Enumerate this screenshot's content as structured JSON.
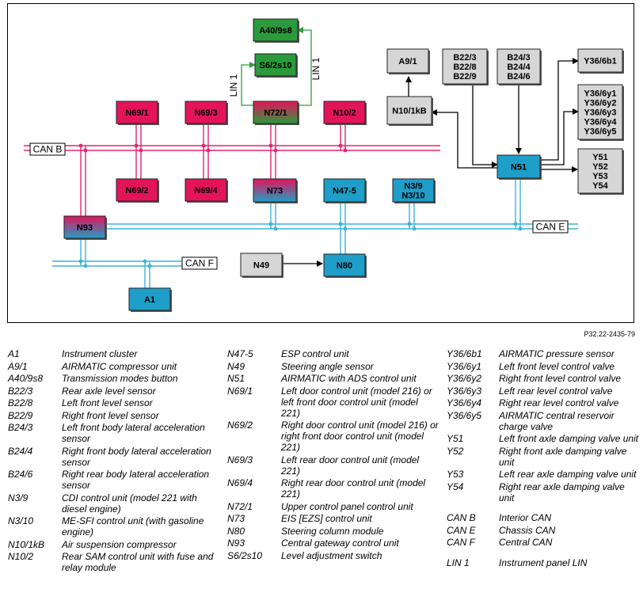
{
  "diagram": {
    "colors": {
      "can_b": "#e8226e",
      "can_e": "#3ab3d6",
      "can_f": "#3ab3d6",
      "lin": "#2e9e3a",
      "red_unit": "#e4145a",
      "blue_unit": "#1e9ec8",
      "green_unit": "#2a9a3c",
      "gray_unit": "#d6d6d6"
    },
    "bus_labels": {
      "can_b": "CAN B",
      "can_e": "CAN E",
      "can_f": "CAN F",
      "lin_1": "LIN 1"
    },
    "nodes": [
      {
        "id": "A40/9s8",
        "lines": [
          "A40/9s8"
        ],
        "style": "green"
      },
      {
        "id": "S6/2s10",
        "lines": [
          "S6/2s10"
        ],
        "style": "green"
      },
      {
        "id": "N72/1",
        "lines": [
          "N72/1"
        ],
        "style": "red-green"
      },
      {
        "id": "N69/1",
        "lines": [
          "N69/1"
        ],
        "style": "red"
      },
      {
        "id": "N69/3",
        "lines": [
          "N69/3"
        ],
        "style": "red"
      },
      {
        "id": "N10/2",
        "lines": [
          "N10/2"
        ],
        "style": "red"
      },
      {
        "id": "N69/2",
        "lines": [
          "N69/2"
        ],
        "style": "red"
      },
      {
        "id": "N69/4",
        "lines": [
          "N69/4"
        ],
        "style": "red"
      },
      {
        "id": "N73",
        "lines": [
          "N73"
        ],
        "style": "red-blue"
      },
      {
        "id": "N47-5",
        "lines": [
          "N47-5"
        ],
        "style": "blue"
      },
      {
        "id": "N3/9",
        "lines": [
          "N3/9",
          "N3/10"
        ],
        "style": "blue"
      },
      {
        "id": "N93",
        "lines": [
          "N93"
        ],
        "style": "red-blue"
      },
      {
        "id": "N49",
        "lines": [
          "N49"
        ],
        "style": "gray"
      },
      {
        "id": "N80",
        "lines": [
          "N80"
        ],
        "style": "blue"
      },
      {
        "id": "A1",
        "lines": [
          "A1"
        ],
        "style": "blue"
      },
      {
        "id": "A9/1",
        "lines": [
          "A9/1"
        ],
        "style": "gray"
      },
      {
        "id": "N10/1kB",
        "lines": [
          "N10/1kB"
        ],
        "style": "gray"
      },
      {
        "id": "B22",
        "lines": [
          "B22/3",
          "B22/8",
          "B22/9"
        ],
        "style": "gray"
      },
      {
        "id": "B24",
        "lines": [
          "B24/3",
          "B24/4",
          "B24/6"
        ],
        "style": "gray"
      },
      {
        "id": "Y36/6b1",
        "lines": [
          "Y36/6b1"
        ],
        "style": "gray"
      },
      {
        "id": "Y36/6y",
        "lines": [
          "Y36/6y1",
          "Y36/6y2",
          "Y36/6y3",
          "Y36/6y4",
          "Y36/6y5"
        ],
        "style": "gray"
      },
      {
        "id": "N51",
        "lines": [
          "N51"
        ],
        "style": "blue"
      },
      {
        "id": "Y5x",
        "lines": [
          "Y51",
          "Y52",
          "Y53",
          "Y54"
        ],
        "style": "gray"
      }
    ]
  },
  "figure_ref": "P32.22-2435-79",
  "legend": {
    "col1": [
      {
        "code": "A1",
        "desc": "Instrument cluster"
      },
      {
        "code": "A9/1",
        "desc": "AIRMATIC compressor unit"
      },
      {
        "code": "A40/9s8",
        "desc": "Transmission modes button"
      },
      {
        "code": "B22/3",
        "desc": "Rear axle level sensor"
      },
      {
        "code": "B22/8",
        "desc": "Left front level sensor"
      },
      {
        "code": "B22/9",
        "desc": "Right front level sensor"
      },
      {
        "code": "B24/3",
        "desc": "Left front body lateral acceleration sensor"
      },
      {
        "code": "B24/4",
        "desc": "Right front body lateral acceleration sensor"
      },
      {
        "code": "B24/6",
        "desc": "Right rear body lateral acceleration sensor"
      },
      {
        "code": "N3/9",
        "desc": "CDI control unit (model 221 with diesel engine)"
      },
      {
        "code": "N3/10",
        "desc": "ME-SFI control unit (with gasoline engine)"
      },
      {
        "code": "N10/1kB",
        "desc": "Air suspension compressor"
      },
      {
        "code": "N10/2",
        "desc": "Rear SAM control unit with fuse and relay module"
      }
    ],
    "col2": [
      {
        "code": "N47-5",
        "desc": "ESP control unit"
      },
      {
        "code": "N49",
        "desc": "Steering angle sensor"
      },
      {
        "code": "N51",
        "desc": "AIRMATIC with ADS control unit"
      },
      {
        "code": "N69/1",
        "desc": "Left door control unit (model 216) or left front door control unit (model 221)"
      },
      {
        "code": "N69/2",
        "desc": "Right door control unit (model 216) or right front door control unit (model 221)"
      },
      {
        "code": "N69/3",
        "desc": "Left rear door control unit (model 221)"
      },
      {
        "code": "N69/4",
        "desc": "Right rear door control unit (model 221)"
      },
      {
        "code": "N72/1",
        "desc": "Upper control panel control unit"
      },
      {
        "code": "N73",
        "desc": "EIS [EZS] control unit"
      },
      {
        "code": "N80",
        "desc": "Steering column module"
      },
      {
        "code": "N93",
        "desc": "Central gateway control unit"
      },
      {
        "code": "S6/2s10",
        "desc": "Level adjustment switch"
      }
    ],
    "col3": [
      {
        "code": "Y36/6b1",
        "desc": "AIRMATIC pressure sensor"
      },
      {
        "code": "Y36/6y1",
        "desc": "Left front level control valve"
      },
      {
        "code": "Y36/6y2",
        "desc": "Right front level control valve"
      },
      {
        "code": "Y36/6y3",
        "desc": "Left rear level control valve"
      },
      {
        "code": "Y36/6y4",
        "desc": "Right rear level control valve"
      },
      {
        "code": "Y36/6y5",
        "desc": "AIRMATIC central reservoir charge valve"
      },
      {
        "code": "Y51",
        "desc": "Left front axle damping valve unit"
      },
      {
        "code": "Y52",
        "desc": "Right front axle damping valve unit"
      },
      {
        "code": "Y53",
        "desc": "Left rear axle damping valve unit"
      },
      {
        "code": "Y54",
        "desc": "Right rear axle damping valve unit"
      }
    ],
    "col3_bus": [
      {
        "code": "CAN B",
        "desc": "Interior CAN"
      },
      {
        "code": "CAN E",
        "desc": "Chassis CAN"
      },
      {
        "code": "CAN F",
        "desc": "Central CAN"
      }
    ],
    "col3_lin": [
      {
        "code": "LIN 1",
        "desc": "Instrument panel LIN"
      }
    ]
  }
}
